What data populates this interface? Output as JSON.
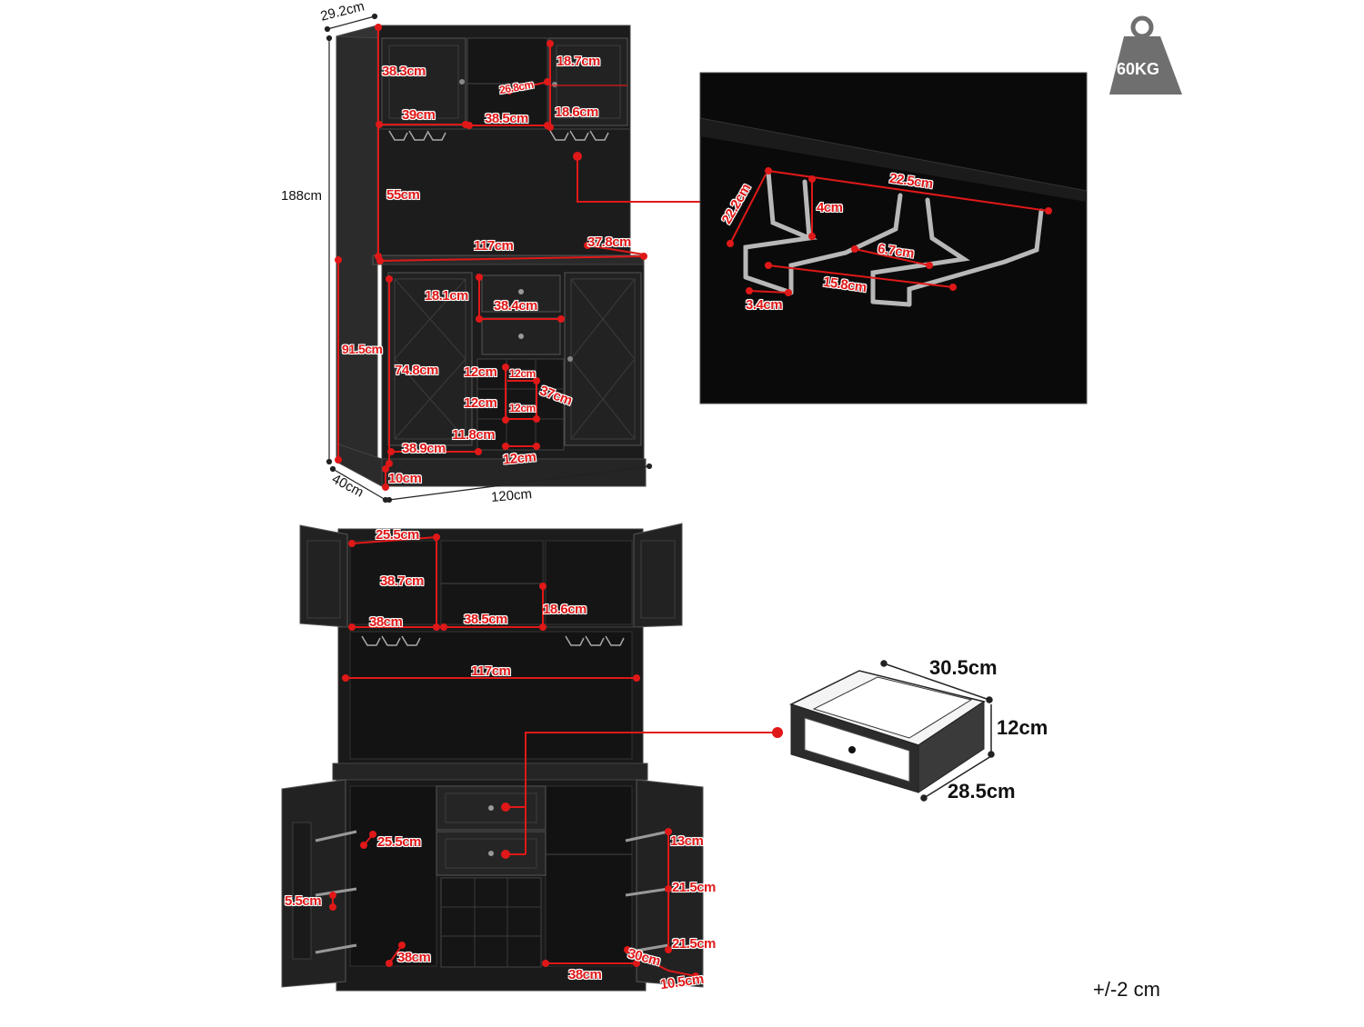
{
  "weight_capacity": "60KG",
  "tolerance": "+/-2 cm",
  "overall": {
    "depth_top": "29.2cm",
    "height": "188cm",
    "depth": "40cm",
    "width": "120cm"
  },
  "front_view": {
    "upper_cabinet_height": "38.3cm",
    "upper_cabinet_width": "39cm",
    "middle_shelf_width": "38.5cm",
    "middle_shelf_depth": "26.8cm",
    "right_top_height": "18.7cm",
    "right_lower_height": "18.6cm",
    "hutch_opening_height": "55cm",
    "countertop_width": "117cm",
    "countertop_depth": "37.8cm",
    "base_height": "91.5cm",
    "drawer_height": "18.1cm",
    "drawer_width": "38.4cm",
    "door_height": "74.8cm",
    "wine_cube_a": "12cm",
    "wine_cube_b": "12cm",
    "wine_cube_c": "12cm",
    "wine_cube_d": "12cm",
    "wine_rack_depth": "37cm",
    "wine_cube_e": "11.8cm",
    "wine_cube_f": "12cm",
    "side_cabinet_width": "38.9cm",
    "leg_height": "10cm"
  },
  "glass_rack": {
    "length": "22.5cm",
    "width": "22.2cm",
    "drop": "4cm",
    "slot_gap": "6.7cm",
    "slot_length": "15.8cm",
    "slot_width": "3.4cm"
  },
  "open_view": {
    "upper_depth": "25.5cm",
    "upper_height": "38.7cm",
    "upper_width": "38cm",
    "middle_width": "38.5cm",
    "middle_height": "18.6cm",
    "hutch_width": "117cm",
    "door_shelf_depth": "25.5cm",
    "door_shelf_gap": "5.5cm",
    "left_cabinet_width": "38cm",
    "right_cabinet_width": "38cm",
    "right_shelf_1": "13cm",
    "right_shelf_2": "21.5cm",
    "right_shelf_3": "21.5cm",
    "right_depth": "30cm",
    "right_bottom": "10.5cm"
  },
  "drawer_detail": {
    "width": "30.5cm",
    "height": "12cm",
    "depth": "28.5cm"
  },
  "colors": {
    "cabinet": "#1c1c1c",
    "cabinet_edge": "#3a3a3a",
    "dimension": "#e01818",
    "weight_icon": "#6f6f6f"
  }
}
